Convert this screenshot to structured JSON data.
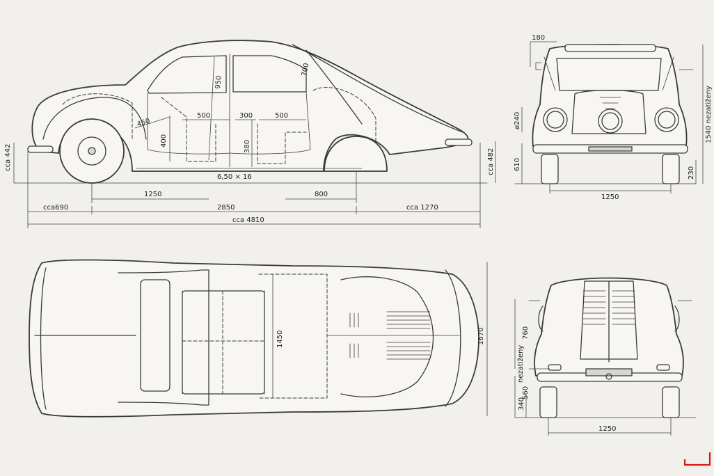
{
  "dimensions": {
    "side": {
      "front_overhang": "cca690",
      "wheelbase": "2850",
      "rear_overhang": "cca 1270",
      "overall_length": "cca 4810",
      "front_to_seat": "1250",
      "seat_offset": "800",
      "tyre": "6,50 × 16",
      "headlamp_height": "cca 442",
      "rear_height": "cca 482",
      "interior_height": "950",
      "rear_window": "700",
      "seat_front": "500",
      "seat_gap": "300",
      "seat_rear": "500",
      "seat_angle": "450",
      "seat_height_front": "400",
      "seat_height_rear": "380"
    },
    "front_view": {
      "mirror": "180",
      "headlamp_dia": "ø240",
      "bumper_height": "610",
      "ground_clearance": "230",
      "height_unladen": "1540 nezatiženy",
      "track": "1250"
    },
    "top_view": {
      "interior_width": "1450",
      "overall_width": "1670"
    },
    "rear_view": {
      "upper": "760",
      "unladen_label": "nezatiženy",
      "lower": "560",
      "clearance": "340",
      "track": "1250"
    }
  },
  "colors": {
    "paper": "#f1f0ec",
    "ink": "#3a3a3a",
    "corner_mark": "#d41a1a"
  }
}
